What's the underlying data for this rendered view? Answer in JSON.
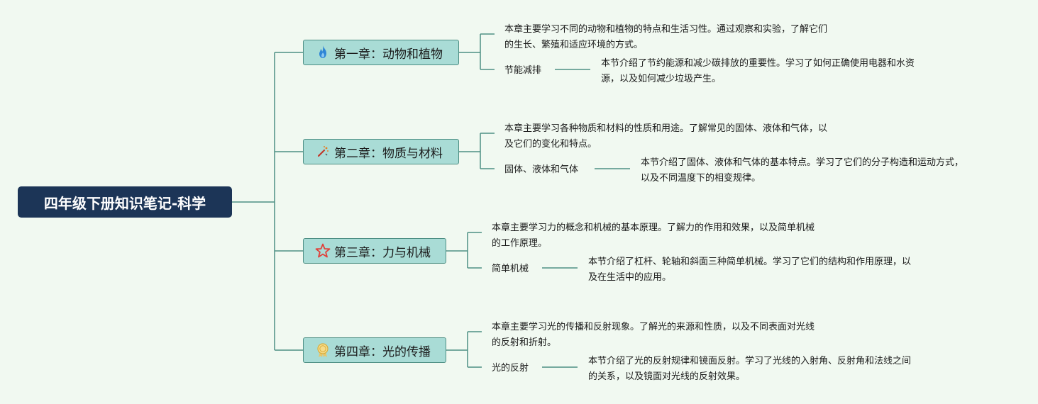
{
  "root": {
    "title": "四年级下册知识笔记-科学"
  },
  "chapters": [
    {
      "title": "第一章：动物和植物",
      "icon": "fire-icon",
      "summary": [
        "本章主要学习不同的动物和植物的特点和生活习性。通过观察和实验，了解它们",
        "的生长、繁殖和适应环境的方式。"
      ],
      "section_label": "节能减排",
      "section_text": [
        "本节介绍了节约能源和减少碳排放的重要性。学习了如何正确使用电器和水资",
        "源，以及如何减少垃圾产生。"
      ]
    },
    {
      "title": "第二章：物质与材料",
      "icon": "magic-wand-icon",
      "summary": [
        "本章主要学习各种物质和材料的性质和用途。了解常见的固体、液体和气体，以",
        "及它们的变化和特点。"
      ],
      "section_label": "固体、液体和气体",
      "section_text": [
        "本节介绍了固体、液体和气体的基本特点。学习了它们的分子构造和运动方式，",
        "以及不同温度下的相变规律。"
      ]
    },
    {
      "title": "第三章：力与机械",
      "icon": "star-icon",
      "summary": [
        "本章主要学习力的概念和机械的基本原理。了解力的作用和效果，以及简单机械",
        "的工作原理。"
      ],
      "section_label": "简单机械",
      "section_text": [
        "本节介绍了杠杆、轮轴和斜面三种简单机械。学习了它们的结构和作用原理，以",
        "及在生活中的应用。"
      ]
    },
    {
      "title": "第四章：光的传播",
      "icon": "medal-icon",
      "summary": [
        "本章主要学习光的传播和反射现象。了解光的来源和性质，以及不同表面对光线",
        "的反射和折射。"
      ],
      "section_label": "光的反射",
      "section_text": [
        "本节介绍了光的反射规律和镜面反射。学习了光线的入射角、反射角和法线之间",
        "的关系，以及镜面对光线的反射效果。"
      ]
    }
  ],
  "colors": {
    "line": "#4e8f84",
    "root_bg": "#1c3557",
    "chapter_bg": "#a9dcd6",
    "background": "#f1f9f1"
  }
}
